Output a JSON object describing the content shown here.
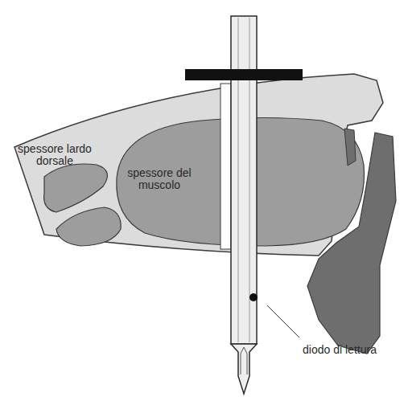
{
  "diagram": {
    "labels": [
      "spessore lardo dorsale",
      "spessore del muscolo",
      "diodo di lettura"
    ]
  }
}
